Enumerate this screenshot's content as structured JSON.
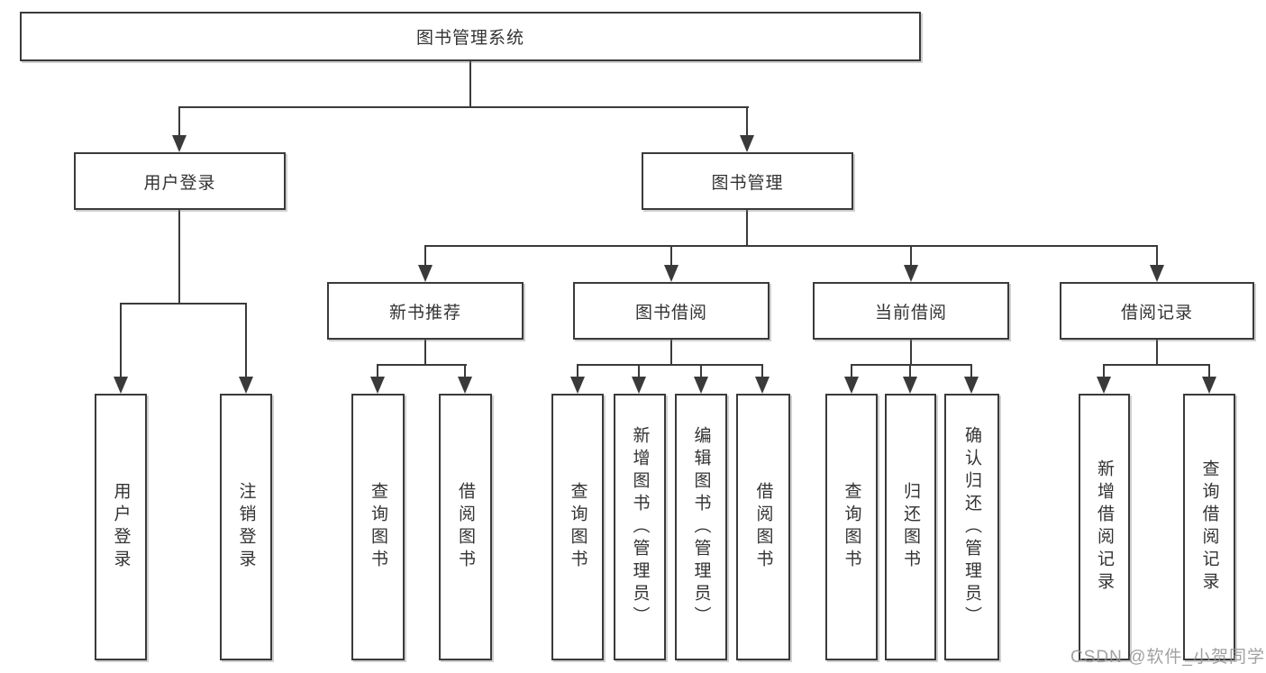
{
  "tree": {
    "root": "图书管理系统",
    "branches": [
      {
        "label": "用户登录",
        "children": [
          "用户登录",
          "注销登录"
        ]
      },
      {
        "label": "图书管理",
        "groups": [
          {
            "label": "新书推荐",
            "children": [
              "查询图书",
              "借阅图书"
            ]
          },
          {
            "label": "图书借阅",
            "children": [
              "查询图书",
              "新增图书（管理员）",
              "编辑图书（管理员）",
              "借阅图书"
            ]
          },
          {
            "label": "当前借阅",
            "children": [
              "查询图书",
              "归还图书",
              "确认归还（管理员）"
            ]
          },
          {
            "label": "借阅记录",
            "children": [
              "新增借阅记录",
              "查询借阅记录"
            ]
          }
        ]
      }
    ]
  },
  "watermark": "CSDN @软件_小贺同学",
  "colors": {
    "line": "#3a3a3a",
    "text": "#333333",
    "watermark": "#919191",
    "background": "#ffffff"
  }
}
